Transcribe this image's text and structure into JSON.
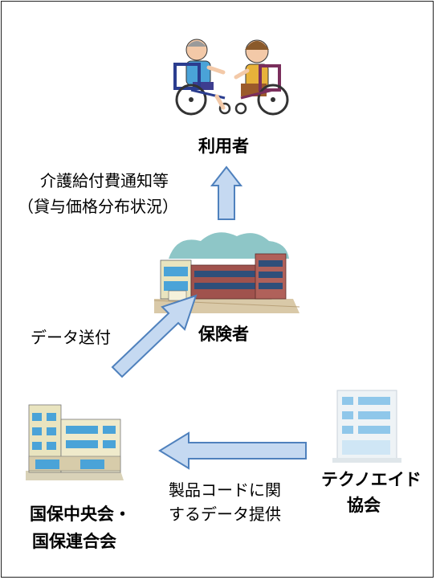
{
  "nodes": {
    "user": {
      "label": "利用者"
    },
    "insurer": {
      "label": "保険者"
    },
    "kokuho": {
      "label_line1": "国保中央会・",
      "label_line2": "国保連合会"
    },
    "technoaid": {
      "label_line1": "テクノエイド",
      "label_line2": "協会"
    }
  },
  "edges": {
    "insurer_to_user": {
      "label_line1": "介護給付費通知等",
      "label_line2": "（貸与価格分布状況）"
    },
    "kokuho_to_insurer": {
      "label": "データ送付"
    },
    "technoaid_to_kokuho": {
      "label_line1": "製品コードに関",
      "label_line2": "するデータ提供"
    }
  },
  "colors": {
    "arrow_fill": "#c5d9f1",
    "arrow_stroke": "#4f81bd",
    "building_brick": "#a0524d",
    "building_cream": "#e9e4bf",
    "building_glass": "#4aa3d8",
    "cloud": "#8ec6c7"
  }
}
